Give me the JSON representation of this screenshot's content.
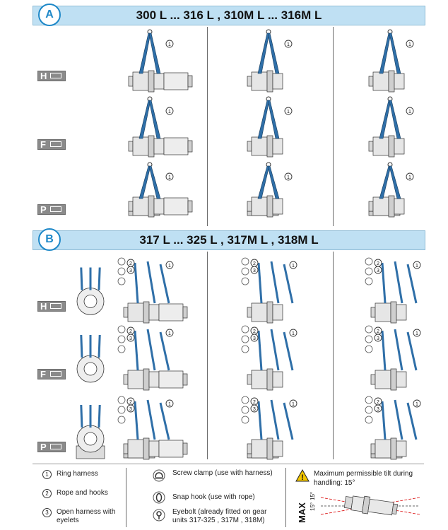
{
  "sections": [
    {
      "badge": "A",
      "title": "300 L ... 316 L , 310M L ... 316M L"
    },
    {
      "badge": "B",
      "title": "317 L ... 325 L , 317M L , 318M L"
    }
  ],
  "mounting_positions": [
    "H",
    "F",
    "P"
  ],
  "callout_numbers": [
    "1",
    "2",
    "3"
  ],
  "legend": {
    "ring_harness": {
      "num": "1",
      "label": "Ring harness"
    },
    "rope_hooks": {
      "num": "2",
      "label": "Rope and hooks"
    },
    "open_harness": {
      "num": "3",
      "label": "Open harness with eyelets"
    },
    "screw_clamp": {
      "label": "Screw clamp (use with harness)"
    },
    "snap_hook": {
      "label": "Snap hook (use with rope)"
    },
    "eyebolt": {
      "label": "Eyebolt (already fitted on gear units 317-325 , 317M , 318M)"
    },
    "warning": {
      "label": "Maximum permissible tilt during handling: 15°"
    },
    "max": "MAX",
    "angle_left": "15°",
    "angle_right": "15°"
  },
  "colors": {
    "strap": "#2f6fa8",
    "strap_edge": "#173d5e",
    "header": "#bfe0f3",
    "badge": "#1e88c8",
    "mount_badge": "#8a8a8a",
    "warning": "#f2c500"
  }
}
